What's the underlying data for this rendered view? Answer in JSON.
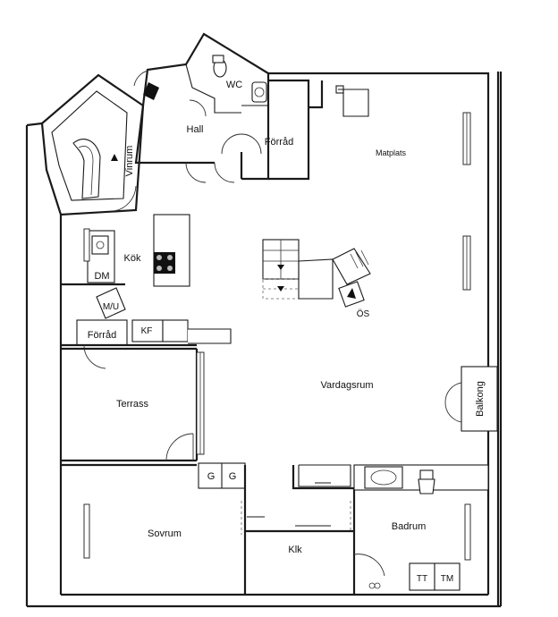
{
  "rooms": {
    "hall": "Hall",
    "wc": "WC",
    "forrad_top": "Förråd",
    "matplats": "Matplats",
    "vinrum": "Vinrum",
    "kok": "Kök",
    "dm": "DM",
    "mu": "M/U",
    "forrad_small": "Förråd",
    "kf": "KF",
    "os": "ÖS",
    "terrass": "Terrass",
    "vardagsrum": "Vardagsrum",
    "balkong": "Balkong",
    "g1": "G",
    "g2": "G",
    "sovrum": "Sovrum",
    "klk": "Klk",
    "badrum": "Badrum",
    "tt": "TT",
    "tm": "TM"
  }
}
